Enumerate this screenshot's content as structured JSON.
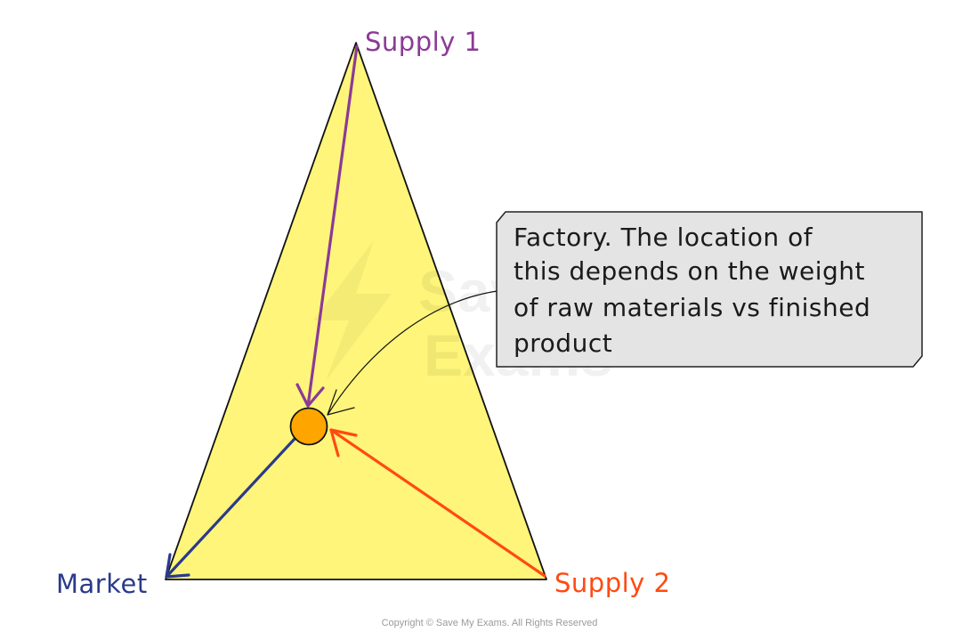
{
  "labels": {
    "supply1": "Supply 1",
    "supply2": "Supply 2",
    "market": "Market"
  },
  "callout": {
    "lines": [
      "Factory. The location of",
      "this depends on the weight",
      "of raw materials vs finished",
      "product"
    ]
  },
  "watermark": {
    "line1": "Save My",
    "line2": "Exams"
  },
  "copyright": "Copyright © Save My Exams. All Rights Reserved",
  "colors": {
    "triangle_fill": "#fef57a",
    "triangle_stroke": "#111111",
    "supply1": "#8b3a96",
    "supply2": "#ff4a12",
    "market": "#2a3a8c",
    "factory_fill": "#ffa500",
    "callout_fill": "#e4e4e4"
  }
}
